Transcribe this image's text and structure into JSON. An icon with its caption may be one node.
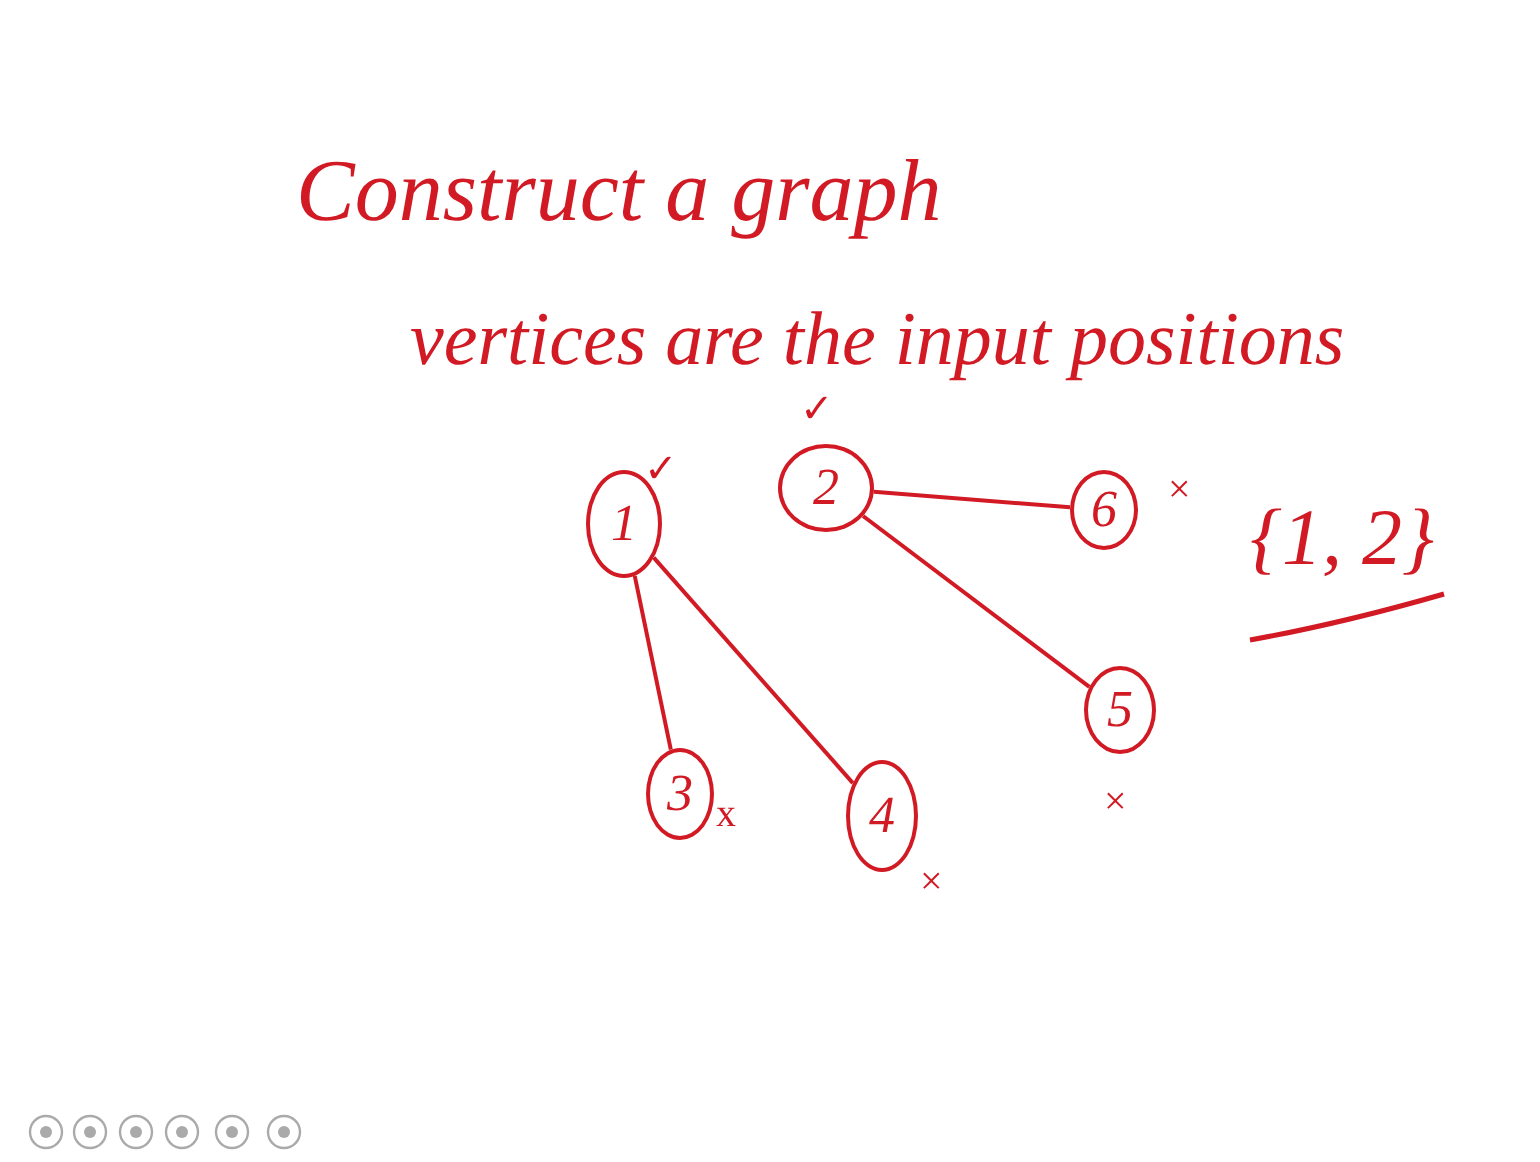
{
  "diagram": {
    "title": "Construct a graph",
    "nodes": [
      {
        "text": [
          "1"
        ],
        "beside": [
          "✓"
        ]
      },
      {
        "text": [
          "2"
        ],
        "beside": [
          "✓"
        ]
      },
      {
        "text": [
          "6"
        ],
        "beside": [
          "×"
        ]
      },
      {
        "text": [
          "3"
        ],
        "beside": [
          "x"
        ]
      },
      {
        "text": [
          "4"
        ],
        "beside": [
          "×"
        ]
      },
      {
        "text": [
          "5"
        ],
        "beside": [
          "×"
        ]
      }
    ],
    "edges": [
      {
        "from": 0,
        "to": 3,
        "arrow": "none"
      },
      {
        "from": 0,
        "to": 4,
        "arrow": "none"
      },
      {
        "from": 1,
        "to": 2,
        "arrow": "none"
      },
      {
        "from": 1,
        "to": 5,
        "arrow": "none"
      }
    ],
    "labels": [
      "vertices are the input positions",
      "{1, 2}"
    ]
  }
}
